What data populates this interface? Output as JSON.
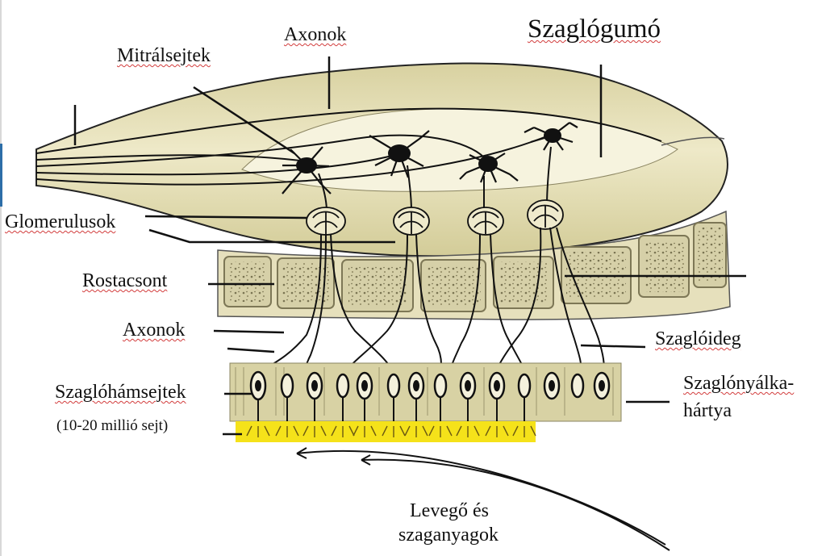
{
  "labels": {
    "title": "Szaglógumó",
    "mitral": "Mitrálsejtek",
    "axon_top": "Axonok",
    "glomeruli": "Glomerulusok",
    "cribriform": "Rostacsont",
    "axon_mid": "Axonok",
    "olfactory_nerve": "Szaglóideg",
    "receptor_cells": "Szaglóhámsejtek",
    "receptor_count": "(10-20 millió sejt)",
    "mucosa_line1": "Szaglónyálka-",
    "mucosa_line2": "hártya",
    "air_line1": "Levegő és",
    "air_line2": "szaganyagok"
  },
  "colors": {
    "bulb_fill": "#e6e0b4",
    "bulb_highlight": "#f3efd2",
    "bone_fill": "#e8e3bf",
    "bone_cell": "#c9c39a",
    "epithelium_fill": "#d9d3a8",
    "mucus_yellow": "#f5e21a",
    "line": "#111111"
  }
}
